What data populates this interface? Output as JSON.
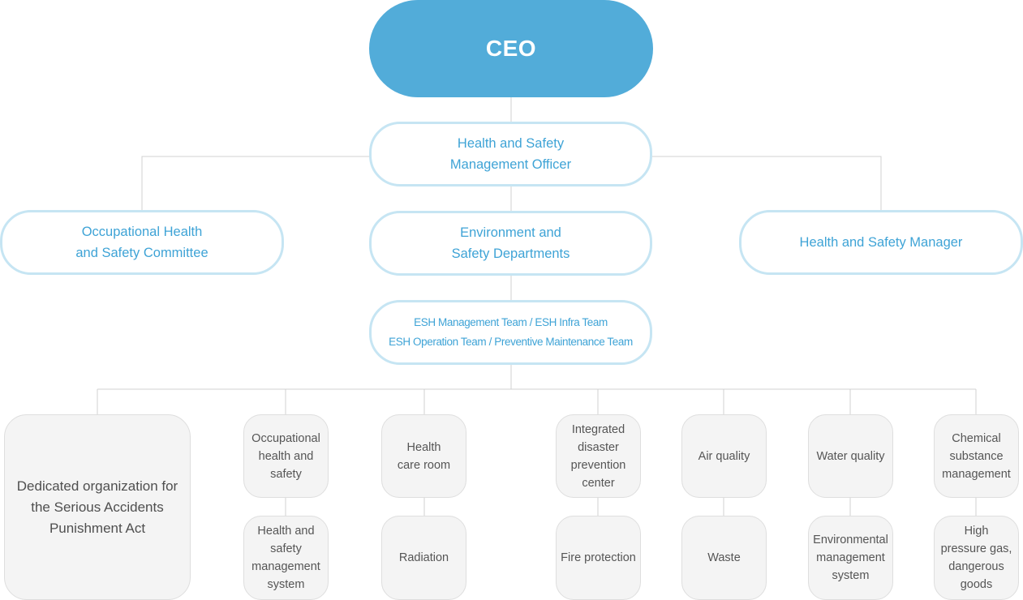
{
  "colors": {
    "ceo_fill": "#52acd9",
    "accent_text": "#3ea3d6",
    "accent_border": "#c6e5f3",
    "unit_fill": "#f4f4f4",
    "connector": "#d0d0d0"
  },
  "ceo": "CEO",
  "officer": "Health and Safety\nManagement Officer",
  "committee": "Occupational Health\nand Safety Committee",
  "departments": "Environment and\nSafety Departments",
  "manager": "Health and Safety Manager",
  "teams": "ESH Management Team / ESH Infra Team\nESH Operation Team / Preventive Maintenance Team",
  "units": {
    "dedicated": "Dedicated organization for\nthe Serious Accidents\nPunishment Act",
    "occupational": "Occupational\nhealth and\nsafety",
    "hs_system": "Health and\nsafety\nmanagement\nsystem",
    "health_care": "Health\ncare room",
    "radiation": "Radiation",
    "disaster": "Integrated\ndisaster\nprevention\ncenter",
    "fire": "Fire protection",
    "air": "Air quality",
    "waste": "Waste",
    "water": "Water quality",
    "env_system": "Environmental\nmanagement\nsystem",
    "chemical": "Chemical\nsubstance\nmanagement",
    "gas": "High\npressure gas,\ndangerous\ngoods"
  }
}
